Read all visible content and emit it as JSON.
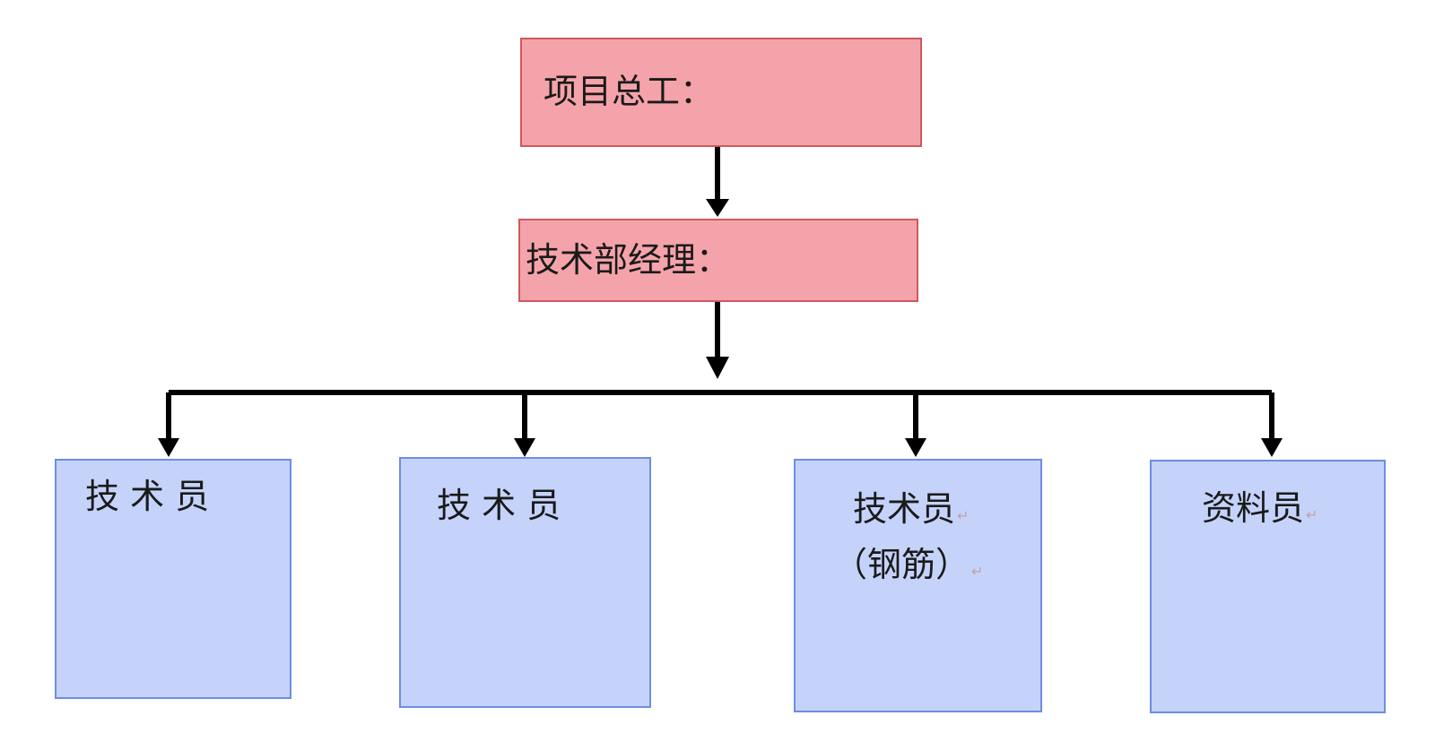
{
  "diagram": {
    "top_box": {
      "label": "项目总工："
    },
    "second_box": {
      "label": "技术部经理："
    },
    "staff": [
      {
        "label": "技 术 员"
      },
      {
        "label": "技 术 员"
      },
      {
        "label_line1": "技术员",
        "label_line2": "（钢筋）"
      },
      {
        "label": "资料员"
      }
    ],
    "return_mark": "↵"
  },
  "colors": {
    "manager_fill": "#f5a3aa",
    "manager_border": "#d0585f",
    "staff_fill": "#c5d3fb",
    "staff_border": "#6d8de0",
    "connector": "#000000"
  }
}
